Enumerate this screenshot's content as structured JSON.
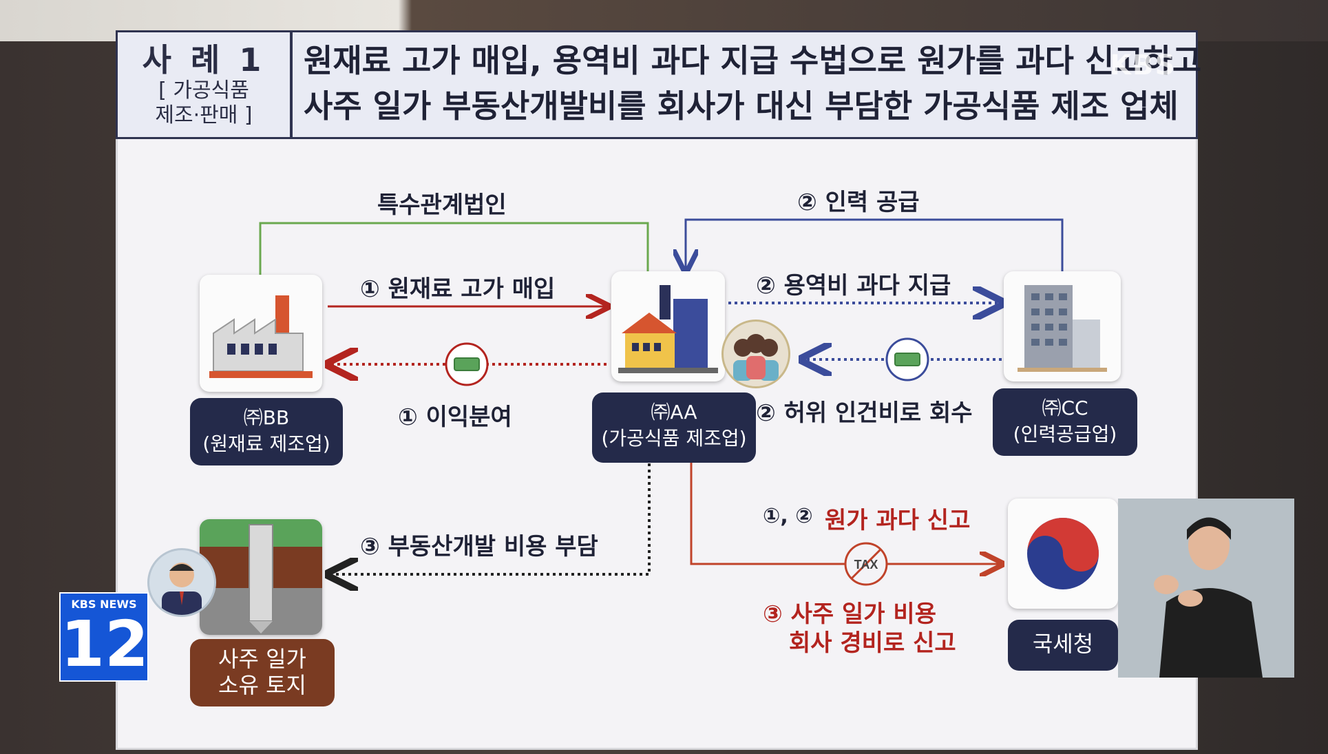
{
  "header": {
    "case_title": "사 례 1",
    "case_sub1": "[ 가공식품",
    "case_sub2": "제조·판매 ]",
    "line1": "원재료 고가 매입, 용역비 과다 지급 수법으로 원가를 과다 신고하고",
    "line2": "사주 일가 부동산개발비를 회사가 대신 부담한 가공식품 제조 업체"
  },
  "nodes": {
    "bb_name": "㈜BB",
    "bb_type": "(원재료 제조업)",
    "aa_name": "㈜AA",
    "aa_type": "(가공식품 제조업)",
    "cc_name": "㈜CC",
    "cc_type": "(인력공급업)",
    "land_line1": "사주 일가",
    "land_line2": "소유 토지",
    "nts": "국세청"
  },
  "edges": {
    "special": "특수관계법인",
    "supply": "② 인력 공급",
    "buy": "① 원재료 고가 매입",
    "profit": "① 이익분여",
    "service": "② 용역비 과다 지급",
    "fake": "② 허위 인건비로 회수",
    "realestate": "③ 부동산개발 비용 부담",
    "cost_num": "①, ②",
    "cost_text": "원가 과다 신고",
    "family1": "③ 사주 일가 비용",
    "family2": "회사 경비로 신고",
    "tax": "TAX"
  },
  "broadcast": {
    "watermark": "KBS",
    "badge_top": "KBS NEWS",
    "badge_num": "12"
  },
  "colors": {
    "navy": "#242a4a",
    "green": "#6aa84f",
    "blue": "#3b4c9b",
    "red": "#b3241f",
    "brown": "#7a3b22"
  }
}
